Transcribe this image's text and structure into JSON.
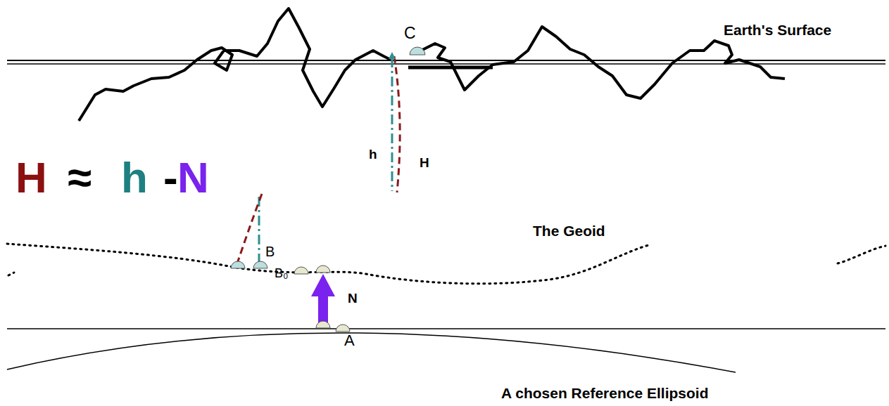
{
  "diagram": {
    "labels": [
      "Earth's Surface",
      "C",
      "h",
      "H",
      "H",
      "≈",
      "h",
      "-",
      "N",
      "The Geoid",
      "B",
      "B₀",
      "N",
      "A",
      "A chosen Reference Ellipsoid"
    ]
  }
}
